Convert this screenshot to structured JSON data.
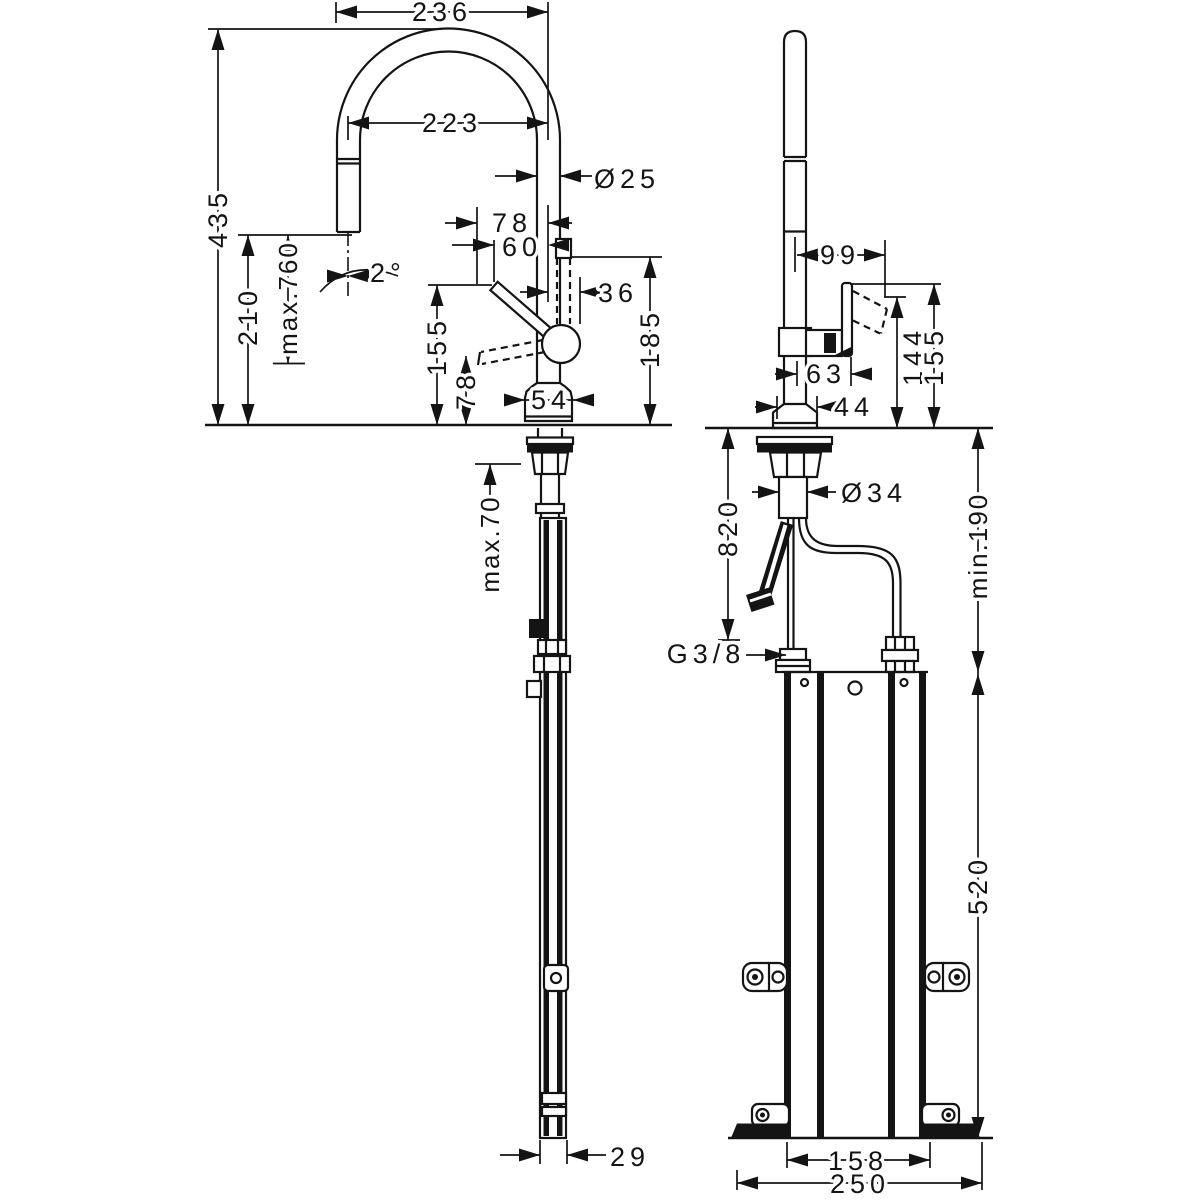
{
  "meta": {
    "colors": {
      "background": "#ffffff",
      "line": "#141414"
    }
  },
  "dims": {
    "d236": "236",
    "d223": "223",
    "d435": "435",
    "d210": "210",
    "dmax760": "max.760",
    "d2deg": "2°",
    "d25": "Ø25",
    "d78_top": "78",
    "d60": "60",
    "d36": "36",
    "d185": "185",
    "d155_left": "155",
    "d78_side": "78",
    "d54": "54",
    "dmax70": "max.70",
    "d29": "29",
    "d99": "99",
    "d63": "63",
    "d44": "44",
    "d144": "144",
    "d155_right": "155",
    "d34": "Ø34",
    "d820": "820",
    "dg38": "G3/8",
    "dmin190": "min.190",
    "d520": "520",
    "d158": "158",
    "d250": "250"
  }
}
